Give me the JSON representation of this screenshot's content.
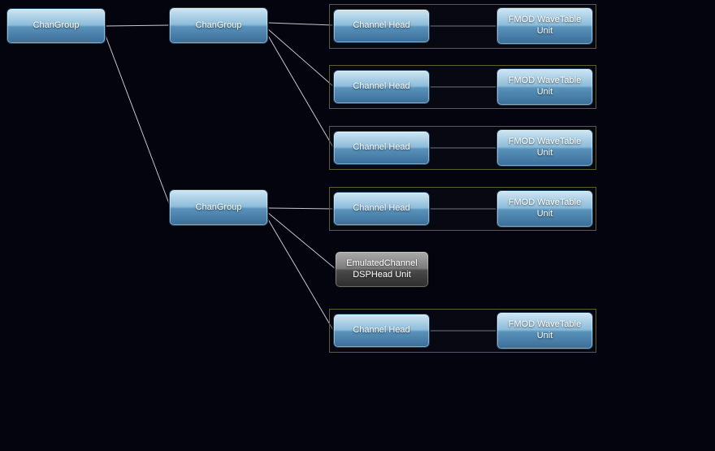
{
  "colors": {
    "background": "#04040e",
    "node_blue_top": "#cfe6f3",
    "node_blue_bottom": "#396d98",
    "node_gray_top": "#ababab",
    "node_gray_bottom": "#2d2d2d",
    "group_border": "#5f5f2c",
    "edge_line": "#c6c6ce",
    "label_text": "#ffffff"
  },
  "nodes": [
    {
      "id": "changroup-root",
      "label": "ChanGroup",
      "type": "changroup"
    },
    {
      "id": "changroup-upper",
      "label": "ChanGroup",
      "type": "changroup"
    },
    {
      "id": "channel-head-1",
      "label": "Channel Head",
      "type": "channel-head"
    },
    {
      "id": "wavetable-1",
      "label": "FMOD WaveTable Unit",
      "type": "wavetable-unit"
    },
    {
      "id": "channel-head-2",
      "label": "Channel Head",
      "type": "channel-head"
    },
    {
      "id": "wavetable-2",
      "label": "FMOD WaveTable Unit",
      "type": "wavetable-unit"
    },
    {
      "id": "channel-head-3",
      "label": "Channel Head",
      "type": "channel-head"
    },
    {
      "id": "wavetable-3",
      "label": "FMOD WaveTable Unit",
      "type": "wavetable-unit"
    },
    {
      "id": "changroup-lower",
      "label": "ChanGroup",
      "type": "changroup"
    },
    {
      "id": "channel-head-4",
      "label": "Channel Head",
      "type": "channel-head"
    },
    {
      "id": "wavetable-4",
      "label": "FMOD WaveTable Unit",
      "type": "wavetable-unit"
    },
    {
      "id": "emulated-channel",
      "label": "EmulatedChannel DSPHead Unit",
      "type": "emulated-dsp-head"
    },
    {
      "id": "channel-head-5",
      "label": "Channel Head",
      "type": "channel-head"
    },
    {
      "id": "wavetable-5",
      "label": "FMOD WaveTable Unit",
      "type": "wavetable-unit"
    }
  ],
  "edges": [
    {
      "from": "changroup-root",
      "to": "changroup-upper"
    },
    {
      "from": "changroup-root",
      "to": "changroup-lower"
    },
    {
      "from": "changroup-upper",
      "to": "channel-head-1"
    },
    {
      "from": "changroup-upper",
      "to": "channel-head-2"
    },
    {
      "from": "changroup-upper",
      "to": "channel-head-3"
    },
    {
      "from": "channel-head-1",
      "to": "wavetable-1"
    },
    {
      "from": "channel-head-2",
      "to": "wavetable-2"
    },
    {
      "from": "channel-head-3",
      "to": "wavetable-3"
    },
    {
      "from": "changroup-lower",
      "to": "channel-head-4"
    },
    {
      "from": "changroup-lower",
      "to": "emulated-channel"
    },
    {
      "from": "changroup-lower",
      "to": "channel-head-5"
    },
    {
      "from": "channel-head-4",
      "to": "wavetable-4"
    },
    {
      "from": "channel-head-5",
      "to": "wavetable-5"
    }
  ]
}
